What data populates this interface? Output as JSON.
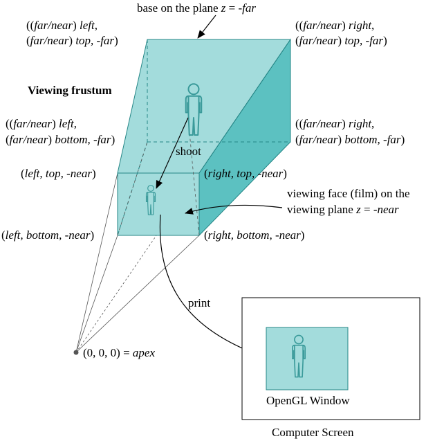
{
  "colors": {
    "frustum_face": "#a3dcdc",
    "frustum_side": "#5cc1c1",
    "frustum_stroke": "#258686",
    "figure_stroke": "#3a9a9a",
    "window_fill": "#a3dcdc"
  },
  "labels": {
    "base_plane": "base on the plane z = -far",
    "title": "Viewing frustum",
    "far_top_left_1": "((far/near) left,",
    "far_top_left_2": "(far/near) top, -far)",
    "far_top_right_1": "((far/near) right,",
    "far_top_right_2": "(far/near) top, -far)",
    "far_bottom_left_1": "((far/near) left,",
    "far_bottom_left_2": "(far/near) bottom, -far)",
    "far_bottom_right_1": "((far/near) right,",
    "far_bottom_right_2": "(far/near) bottom, -far)",
    "near_top_left": "(left, top, -near)",
    "near_top_right": "(right, top, -near)",
    "near_bottom_left": "(left, bottom, -near)",
    "near_bottom_right": "(right, bottom, -near)",
    "viewing_face_1": "viewing face (film) on the",
    "viewing_face_2": "viewing plane z = -near",
    "shoot": "shoot",
    "print": "print",
    "apex": "(0, 0, 0) = apex",
    "opengl_window": "OpenGL Window",
    "computer_screen": "Computer Screen"
  },
  "icons": {
    "person_far": "person-icon",
    "person_near": "person-icon",
    "person_window": "person-icon"
  }
}
